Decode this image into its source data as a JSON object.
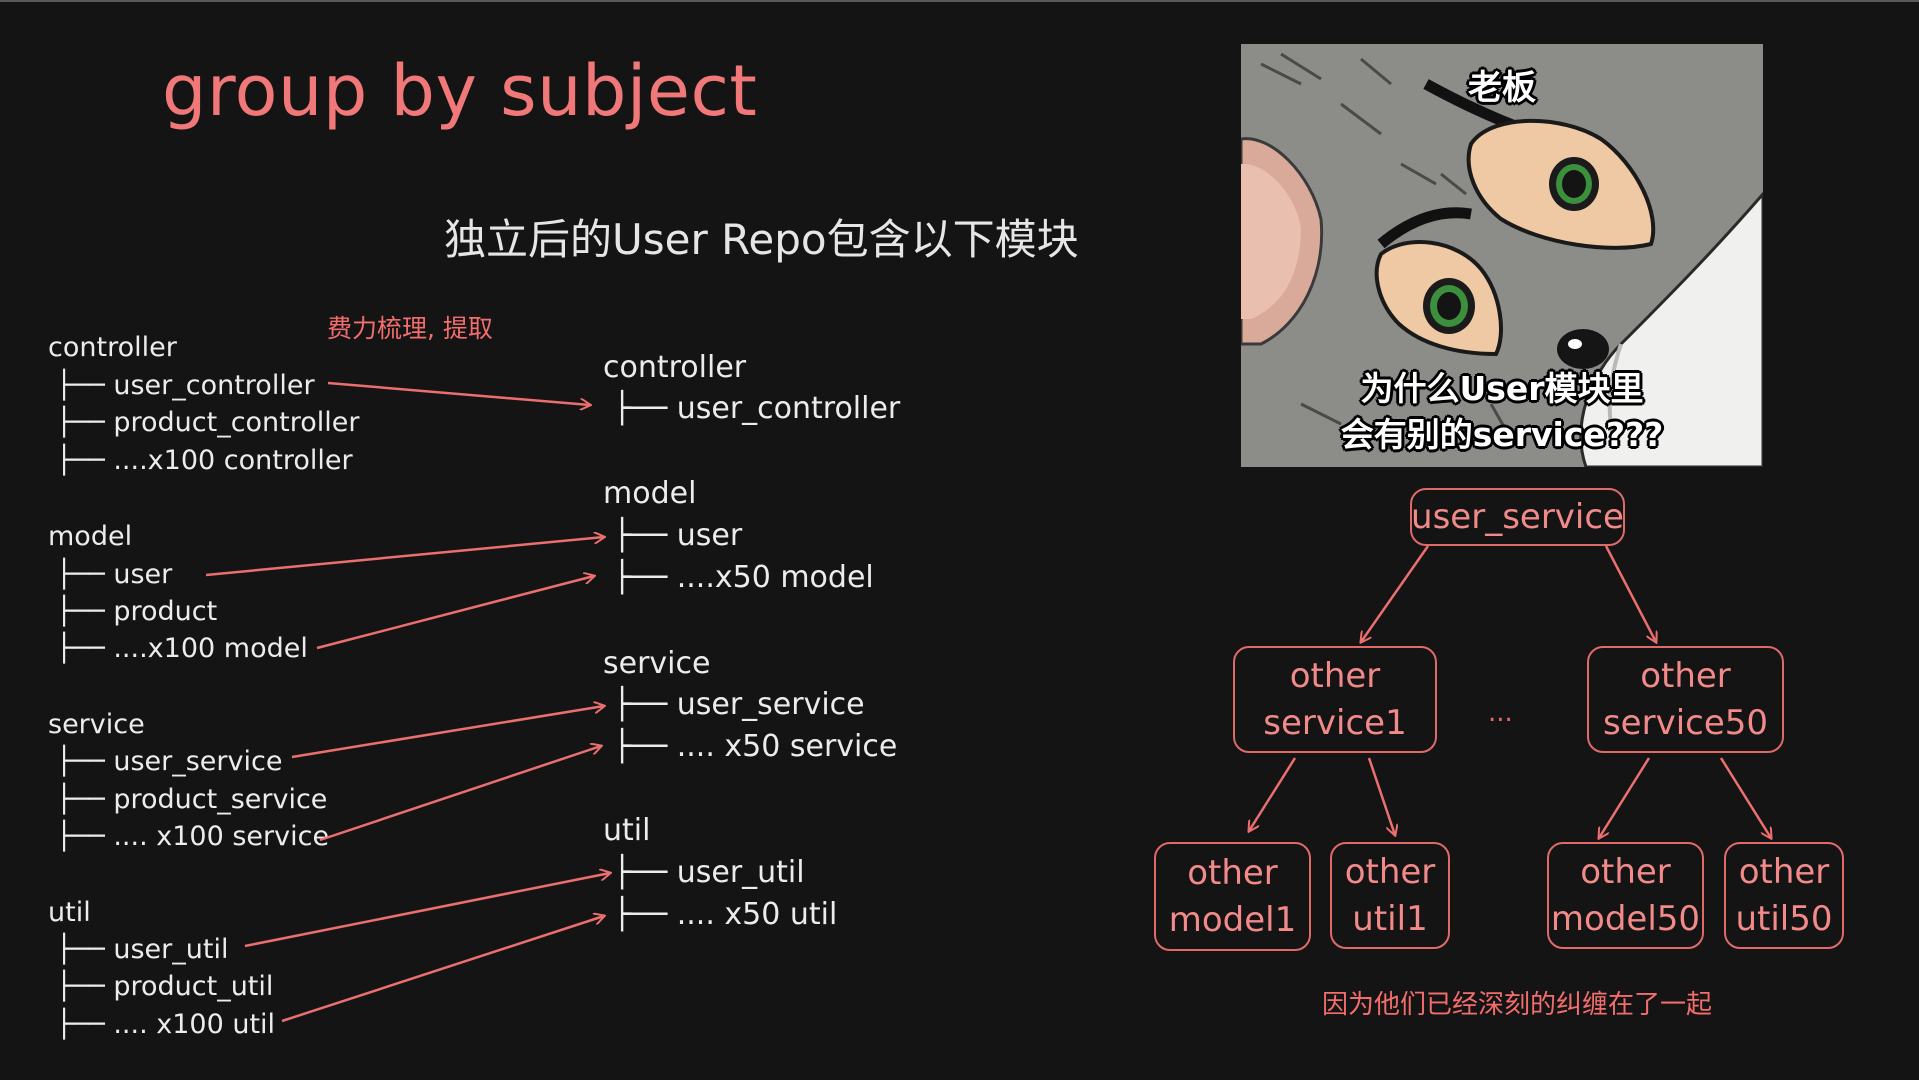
{
  "title": "group by subject",
  "subtitle": "独立后的User Repo包含以下模块",
  "effort_note": "费力梳理, 提取",
  "source_tree": {
    "controller": {
      "label": "controller",
      "items": [
        "├── user_controller",
        "├── product_controller",
        "├── ....x100 controller"
      ]
    },
    "model": {
      "label": "model",
      "items": [
        "├── user",
        "├── product",
        "├── ....x100 model"
      ]
    },
    "service": {
      "label": "service",
      "items": [
        "├── user_service",
        "├── product_service",
        "├── .... x100 service"
      ]
    },
    "util": {
      "label": "util",
      "items": [
        "├── user_util",
        "├── product_util",
        "├── .... x100 util"
      ]
    }
  },
  "target_tree": {
    "controller": {
      "label": "controller",
      "items": [
        "├── user_controller"
      ]
    },
    "model": {
      "label": "model",
      "items": [
        "├── user",
        "├── ....x50 model"
      ]
    },
    "service": {
      "label": "service",
      "items": [
        "├── user_service",
        "├── .... x50 service"
      ]
    },
    "util": {
      "label": "util",
      "items": [
        "├── user_util",
        "├── .... x50 util"
      ]
    }
  },
  "meme": {
    "top_caption": "老板",
    "bottom_caption_line1": "为什么User模块里",
    "bottom_caption_line2": "会有别的service???"
  },
  "dependency_tree": {
    "root": "user_service",
    "services": [
      {
        "line1": "other",
        "line2": "service1"
      },
      {
        "line1": "other",
        "line2": "service50"
      }
    ],
    "ellipsis": "...",
    "leaves": [
      {
        "line1": "other",
        "line2": "model1"
      },
      {
        "line1": "other",
        "line2": "util1"
      },
      {
        "line1": "other",
        "line2": "model50"
      },
      {
        "line1": "other",
        "line2": "util50"
      }
    ],
    "note": "因为他们已经深刻的纠缠在了一起"
  },
  "colors": {
    "background": "#141414",
    "accent_red": "#f07878",
    "node_border": "#e06a6a",
    "text": "#ececec"
  }
}
